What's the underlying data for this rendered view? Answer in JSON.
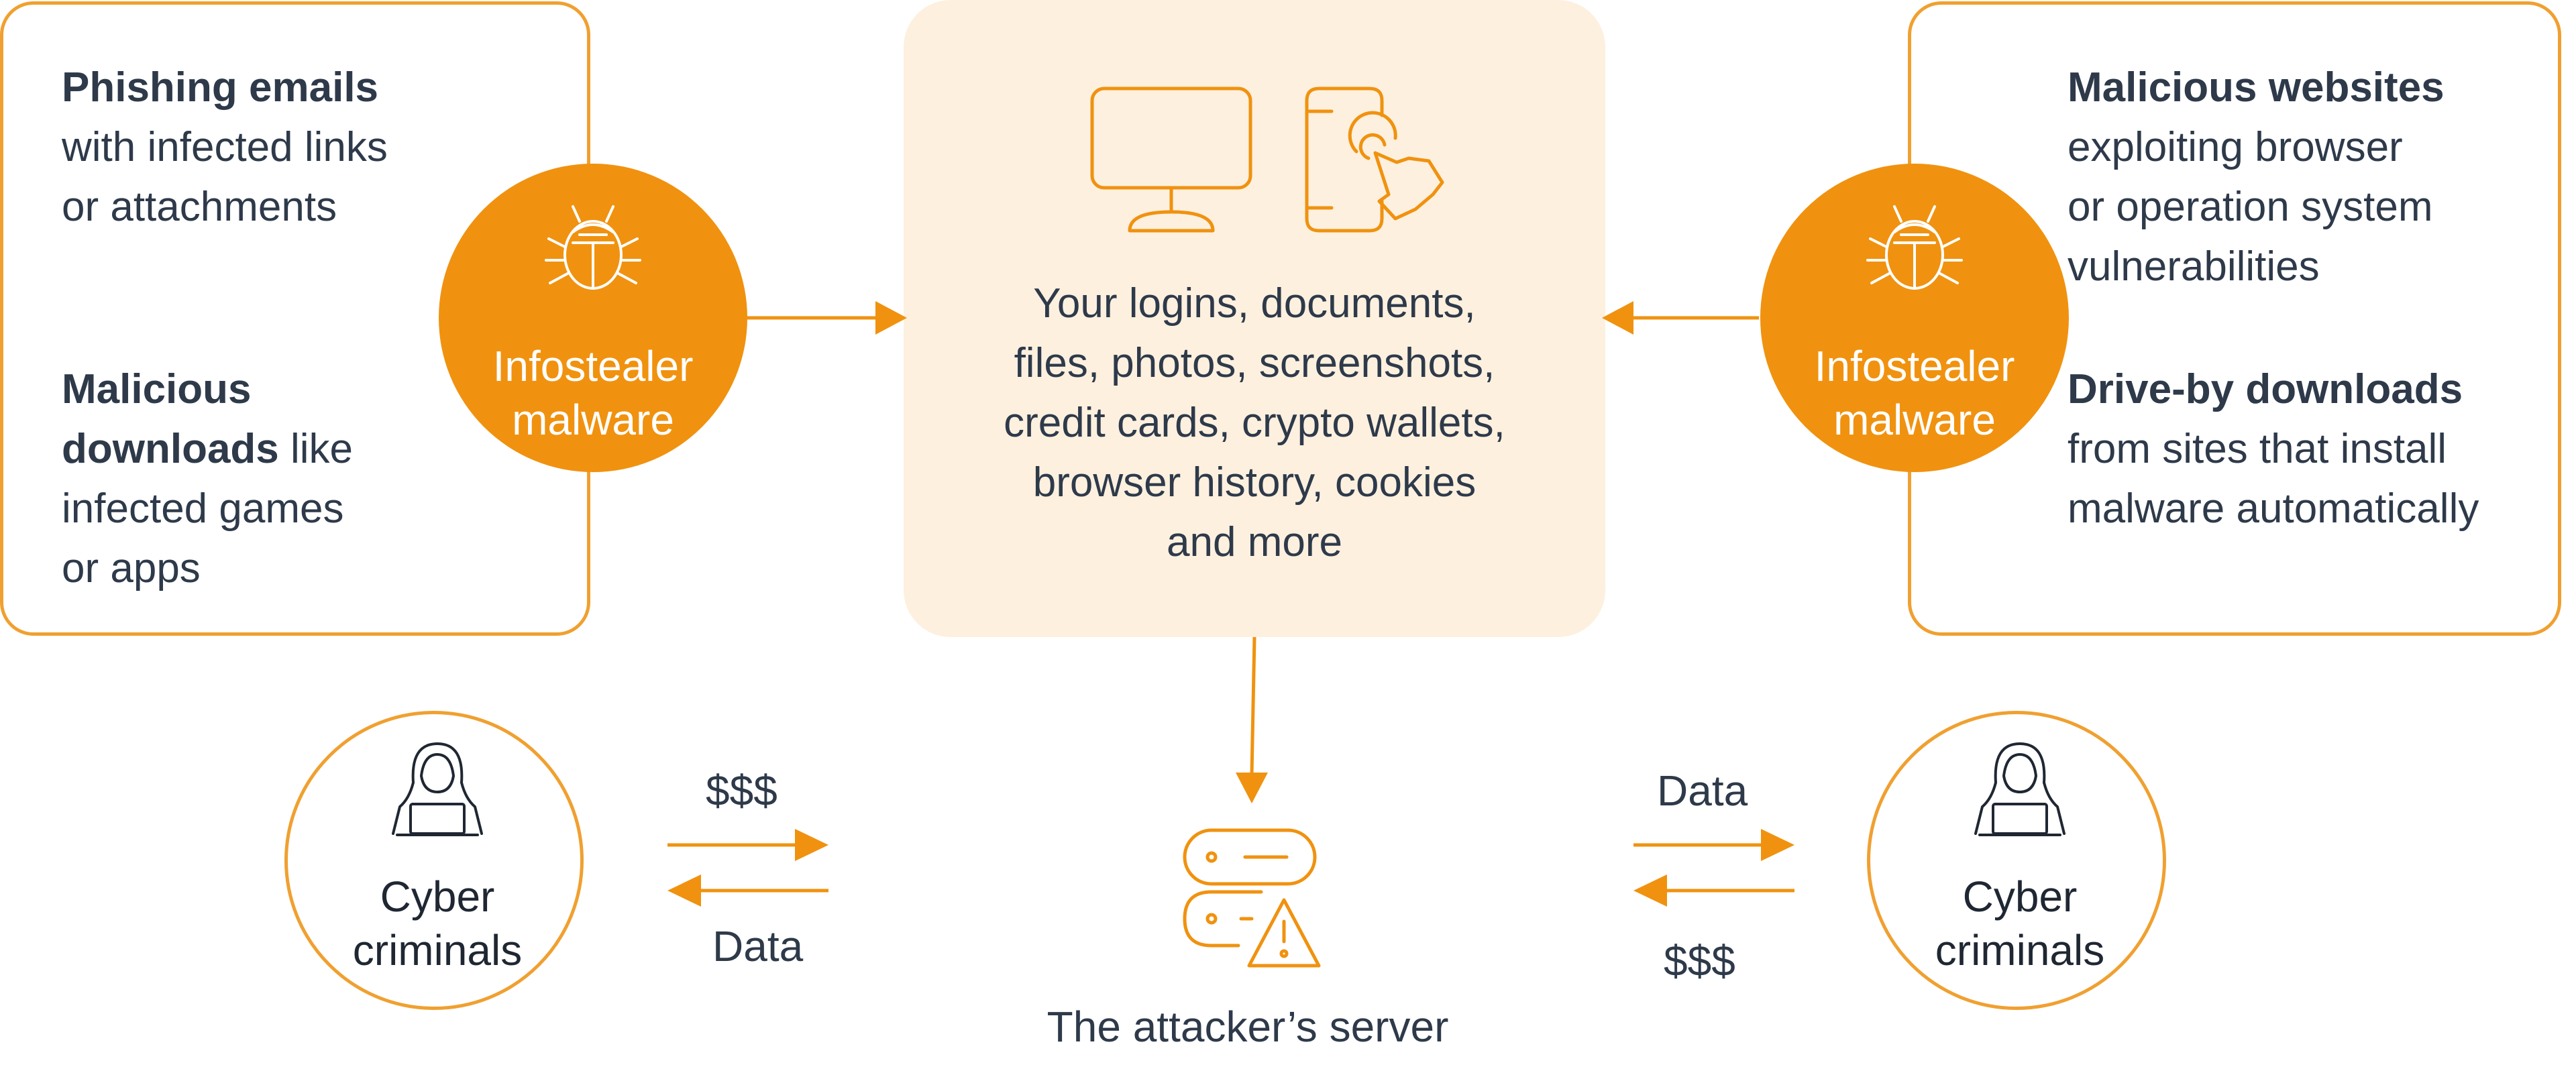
{
  "left_box": {
    "item1_bold": "Phishing emails",
    "item1_line2": "with infected links",
    "item1_line3": "or attachments",
    "item2_bold_line1": "Malicious",
    "item2_bold_line2": "downloads",
    "item2_rest_line2": " like",
    "item2_line3": "infected games",
    "item2_line4": "or apps"
  },
  "right_box": {
    "item1_bold": "Malicious websites",
    "item1_line2": "exploiting browser",
    "item1_line3": "or operation system",
    "item1_line4": "vulnerabilities",
    "item2_bold": "Drive-by downloads",
    "item2_line2": "from sites that install",
    "item2_line3": "malware automatically"
  },
  "infostealer_badges": [
    {
      "line1": "Infostealer",
      "line2": "malware"
    },
    {
      "line1": "Infostealer",
      "line2": "malware"
    }
  ],
  "center_box": {
    "lines": [
      "Your logins, documents,",
      "files, photos, screenshots,",
      "credit cards, crypto wallets,",
      "browser history, cookies",
      "and more"
    ]
  },
  "server": {
    "label": "The attacker’s server"
  },
  "criminals": [
    {
      "line1": "Cyber",
      "line2": "criminals"
    },
    {
      "line1": "Cyber",
      "line2": "criminals"
    }
  ],
  "exchanges": {
    "left_top": "$$$",
    "left_bottom": "Data",
    "right_top": "Data",
    "right_bottom": "$$$"
  },
  "icons": [
    "monitor-icon",
    "tablet-touch-icon",
    "bug-icon",
    "hacker-laptop-icon",
    "server-warning-icon"
  ],
  "colors": {
    "accent": "#f0920f",
    "accent_light": "#fdf0df",
    "text": "#2e3a4a"
  }
}
